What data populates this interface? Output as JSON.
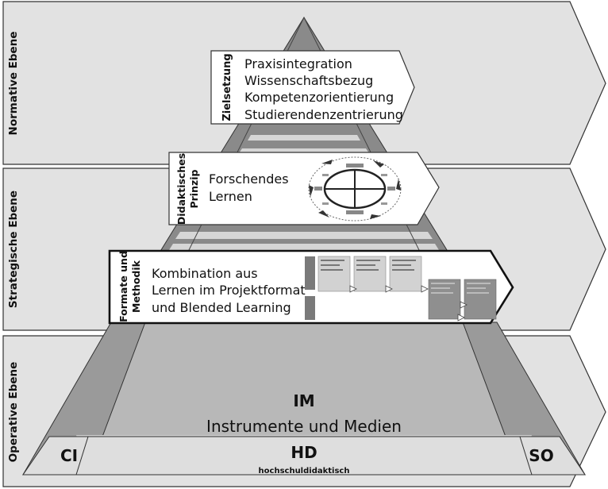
{
  "levels": {
    "normative": "Normative Ebene",
    "strategic": "Strategische Ebene",
    "operative": "Operative Ebene"
  },
  "goals": {
    "heading": "Zielsetzung",
    "items": [
      "Praxisintegration",
      "Wissenschaftsbezug",
      "Kompetenzorientierung",
      "Studierendenzentrierung"
    ]
  },
  "principle": {
    "heading_line1": "Didaktisches",
    "heading_line2": "Prinzip",
    "text_line1": "Forschendes",
    "text_line2": "Lernen"
  },
  "formats": {
    "heading_line1": "Formate und",
    "heading_line2": "Methodik",
    "text_lines": [
      "Kombination aus",
      "Lernen im Projektformat",
      "und Blended Learning"
    ]
  },
  "base": {
    "im_abbr": "IM",
    "im_label": "Instrumente und Medien",
    "hd_abbr": "HD",
    "hd_label": "hochschuldidaktisch",
    "ci": "CI",
    "so": "SO"
  },
  "colors": {
    "arrow_fill": "#e2e2e2",
    "pyramid_dark": "#7d7d7d",
    "pyramid_mid": "#a9a9a9",
    "pyramid_light": "#c9c9c9",
    "base_light": "#dedede"
  }
}
